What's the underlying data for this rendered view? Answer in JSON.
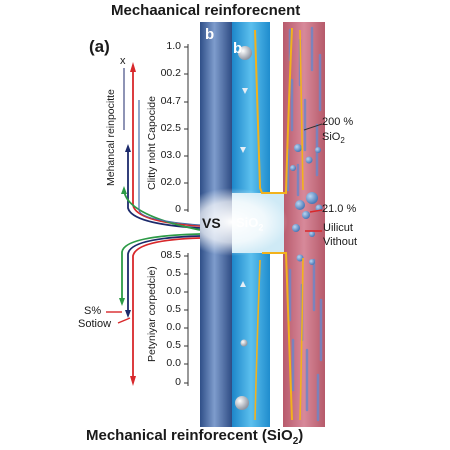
{
  "header": {
    "title": "Mechaanical reinforecnent",
    "footer_title": "Mechanical reinforecent (SiO",
    "footer_sub": "2",
    "footer_close": ")"
  },
  "panel": {
    "label": "(a)",
    "x_mark": "x",
    "b_left": "b",
    "b_right": "b"
  },
  "left_axis": {
    "upper_title": "Mehancal reinpocitte",
    "upper_axis_label": "Clitty noht Capocide",
    "upper_ticks": [
      "1.0",
      "00.2",
      "04.7",
      "02.5",
      "03.0",
      "02.0",
      "0"
    ],
    "lower_axis_label": "Petyniyar corpedcie)",
    "lower_ticks": [
      "08.5",
      "0.5",
      "0.0",
      "0.5",
      "0.0",
      "0.5",
      "0.0",
      "0"
    ],
    "legend_s": "S%",
    "legend_sotiow": "Sotiow"
  },
  "center": {
    "vs_label": "VS",
    "sio_label": "SiO",
    "sio_sub": "2"
  },
  "right_labels": {
    "pct_200": "200 %",
    "sio2": "SiO",
    "sio2_sub": "2",
    "pct_21": "21.0 %",
    "uilicut": "Uilicut",
    "vithout": "Vithout"
  },
  "colors": {
    "red": "#d8282b",
    "navy": "#1c2a6b",
    "green": "#2c9a46",
    "blue_rod": "#4b6fa8",
    "cyan_channel": "#2da0dc",
    "pink_zone": "#c9707e",
    "orange_line": "#f2b21c"
  }
}
